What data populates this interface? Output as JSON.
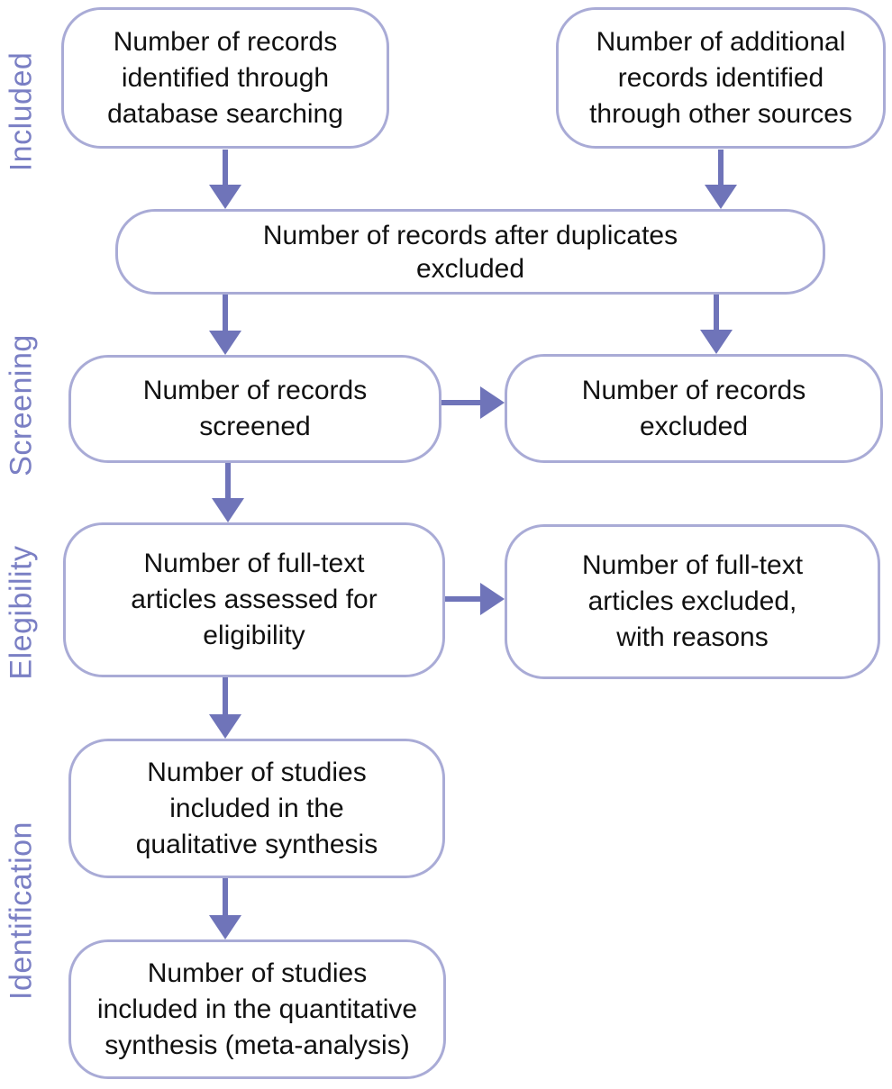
{
  "colors": {
    "background": "#ffffff",
    "box_border": "#a9abd6",
    "box_text": "#111111",
    "arrow": "#6f74b9",
    "stage_label": "#7a7fc4"
  },
  "stages": [
    {
      "label": "Included"
    },
    {
      "label": "Screening"
    },
    {
      "label": "Elegibility"
    },
    {
      "label": "Identification"
    }
  ],
  "boxes": {
    "database_searching": "Number of records\nidentified through\ndatabase searching",
    "other_sources": "Number of additional\nrecords identified\nthrough other sources",
    "duplicates_excluded": "Number of records after duplicates\nexcluded",
    "records_screened": "Number of records\nscreened",
    "records_excluded": "Number of records\nexcluded",
    "fulltext_assessed": "Number of full-text\narticles assessed for\neligibility",
    "fulltext_excluded": "Number of full-text\narticles excluded,\nwith reasons",
    "qualitative_synthesis": "Number of studies\nincluded in the\nqualitative synthesis",
    "quantitative_synthesis": "Number of studies\nincluded in the quantitative\nsynthesis (meta-analysis)"
  }
}
